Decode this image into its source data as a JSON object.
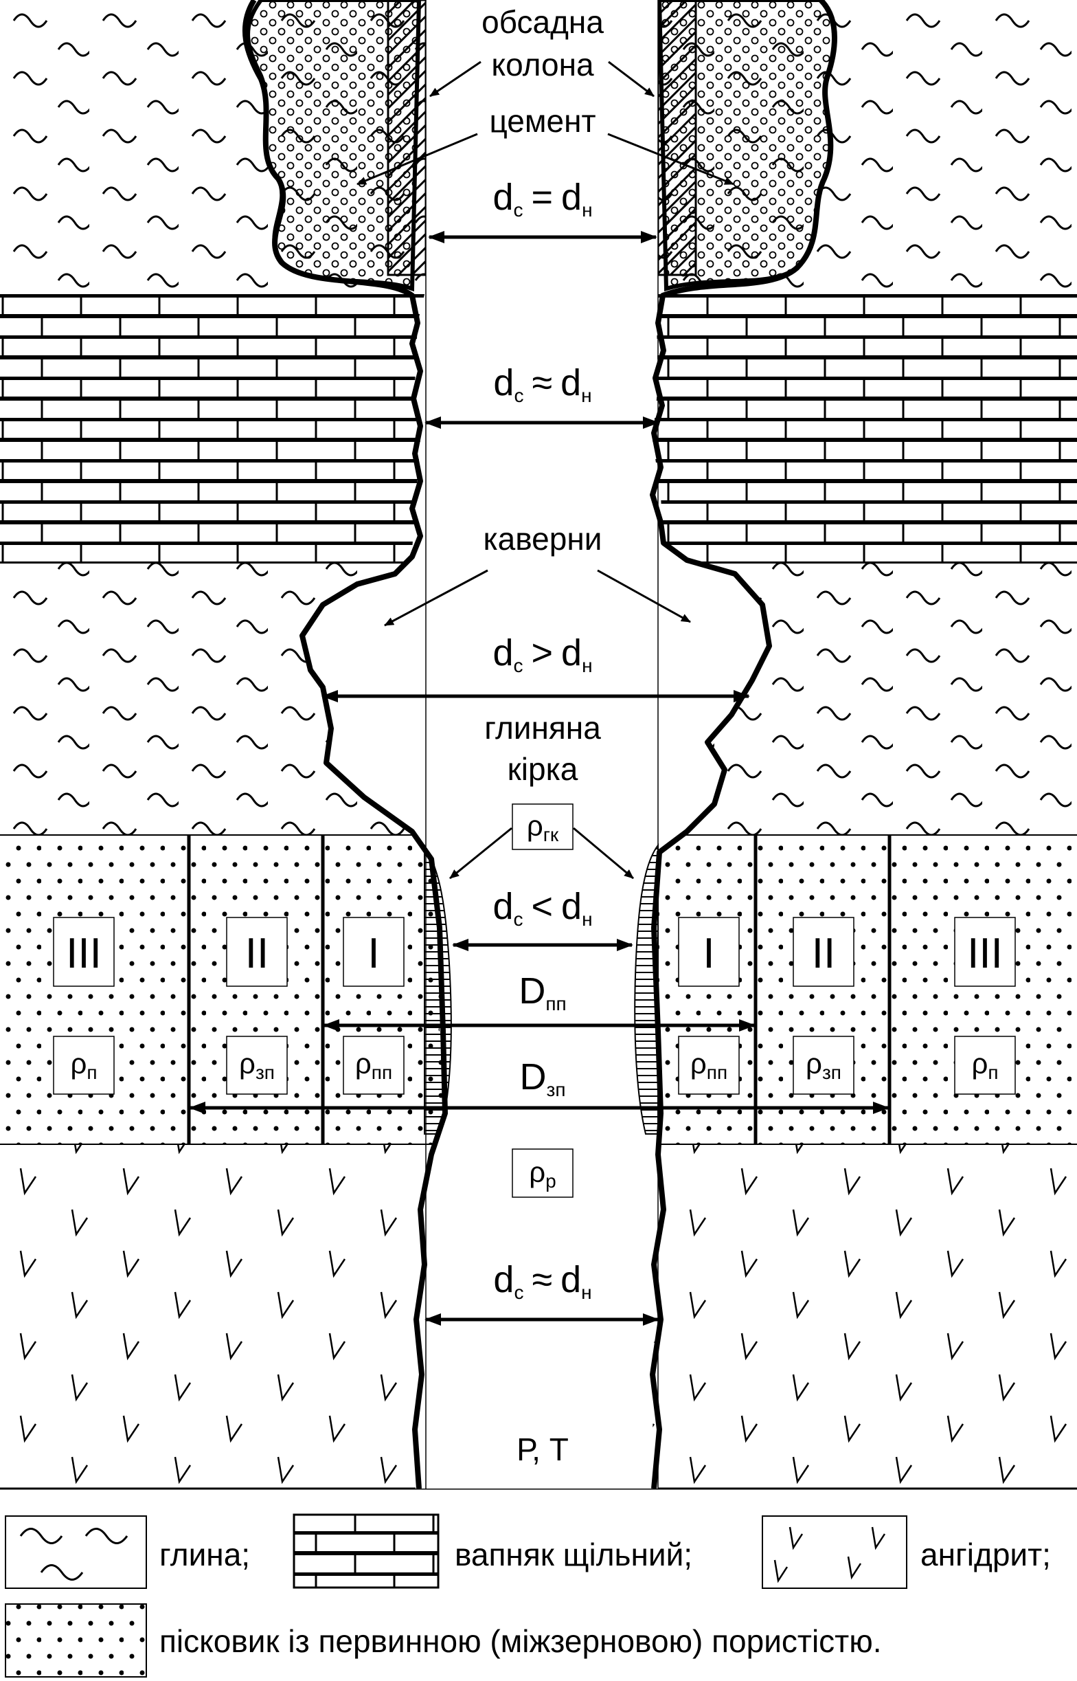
{
  "labels": {
    "casing": "обсадна колона",
    "casing_line1": "обсадна",
    "casing_line2": "колона",
    "cement": "цемент",
    "caverns": "каверни",
    "mudcake": "глиняна кірка",
    "mudcake_line1": "глиняна",
    "mudcake_line2": "кірка",
    "pt": "Р, Т"
  },
  "diameters": [
    {
      "base": "d",
      "sub1": "с",
      "op": "=",
      "base2": "d",
      "sub2": "н"
    },
    {
      "base": "d",
      "sub1": "с",
      "op": "≈",
      "base2": "d",
      "sub2": "н"
    },
    {
      "base": "d",
      "sub1": "с",
      "op": ">",
      "base2": "d",
      "sub2": "н"
    },
    {
      "base": "d",
      "sub1": "с",
      "op": "<",
      "base2": "d",
      "sub2": "н"
    },
    {
      "base": "d",
      "sub1": "с",
      "op": "≈",
      "base2": "d",
      "sub2": "н"
    }
  ],
  "invasion": {
    "D_pp": {
      "base": "D",
      "sub": "пп"
    },
    "D_zp": {
      "base": "D",
      "sub": "зп"
    }
  },
  "zones": {
    "I": "I",
    "II": "II",
    "III": "III"
  },
  "resistivities": {
    "rho_gk": {
      "base": "ρ",
      "sub": "гк"
    },
    "rho_p": {
      "base": "ρ",
      "sub": "п"
    },
    "rho_zp": {
      "base": "ρ",
      "sub": "зп"
    },
    "rho_pp": {
      "base": "ρ",
      "sub": "пп"
    },
    "rho_r": {
      "base": "ρ",
      "sub": "р"
    }
  },
  "legend": [
    {
      "pattern": "clay",
      "label": "глина;"
    },
    {
      "pattern": "limestone",
      "label": "вапняк щільний;"
    },
    {
      "pattern": "anhydrite",
      "label": "ангідрит;"
    },
    {
      "pattern": "sandstone",
      "label": "пісковик із первинною (міжзерновою) пористістю."
    }
  ]
}
